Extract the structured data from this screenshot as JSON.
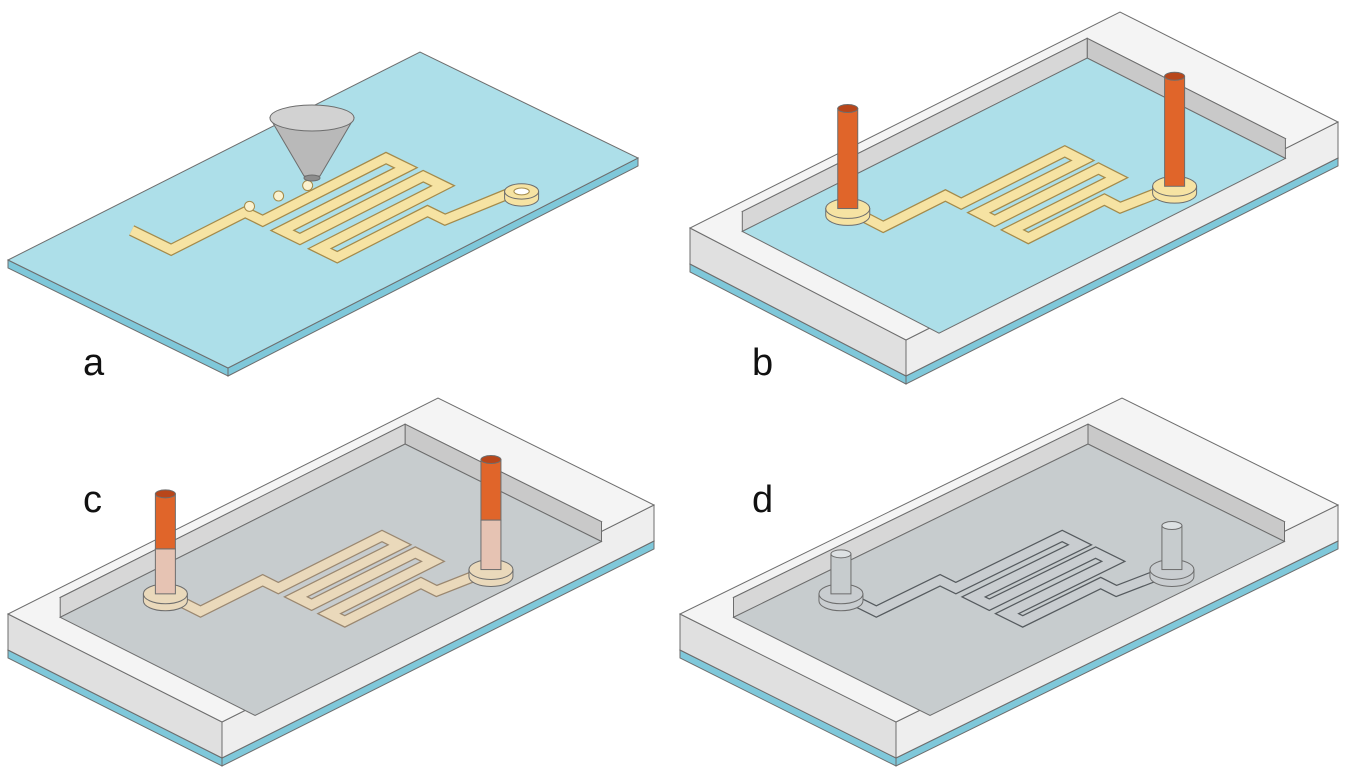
{
  "panels": [
    {
      "id": "a",
      "label": "a",
      "stage": "droplet-printing"
    },
    {
      "id": "b",
      "label": "b",
      "stage": "mold-with-posts"
    },
    {
      "id": "c",
      "label": "c",
      "stage": "cast-filled"
    },
    {
      "id": "d",
      "label": "d",
      "stage": "cured-channel"
    }
  ],
  "colors": {
    "glass_top": "#addfe9",
    "glass_side": "#7fc8da",
    "frame_top": "#f4f4f4",
    "frame_outer": "#e0e0e0",
    "frame_inner": "#c9c9c9",
    "channel_fill": "#f6e3a3",
    "channel_stroke": "#a48a4a",
    "post_orange": "#e0652a",
    "post_dark": "#b8461a",
    "cast_gray": "#c7ccce",
    "nozzle": "#b9b9b9",
    "outline": "#6d6d6d"
  }
}
